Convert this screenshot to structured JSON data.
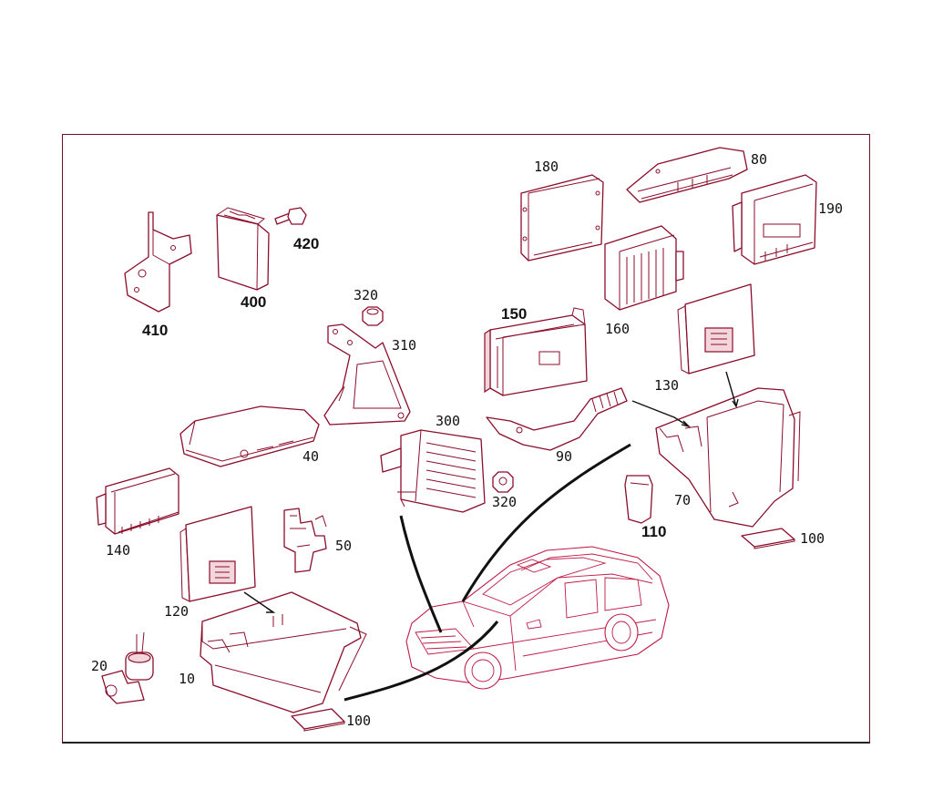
{
  "colors": {
    "line": "#8b0d2a",
    "car": "#c01a44",
    "frame": "#6b1020",
    "text": "#111111"
  },
  "callouts": {
    "c10": "10",
    "c20": "20",
    "c40": "40",
    "c50": "50",
    "c70": "70",
    "c80": "80",
    "c90": "90",
    "c100a": "100",
    "c100b": "100",
    "c110": "110",
    "c120": "120",
    "c130": "130",
    "c140": "140",
    "c150": "150",
    "c160": "160",
    "c180": "180",
    "c190": "190",
    "c300": "300",
    "c310": "310",
    "c320a": "320",
    "c320b": "320",
    "c400": "400",
    "c410": "410",
    "c420": "420"
  },
  "icons": [
    "bracket-410",
    "module-400",
    "screw-420",
    "nut-320",
    "bracket-310",
    "control-unit-300",
    "cover-40",
    "module-140",
    "module-120",
    "relay-50",
    "pump-20",
    "housing-10",
    "pad-100",
    "module-150",
    "duct-90",
    "module-180",
    "module-80",
    "module-160",
    "module-190",
    "module-130",
    "housing-70",
    "plug-110",
    "vehicle-sedan"
  ]
}
